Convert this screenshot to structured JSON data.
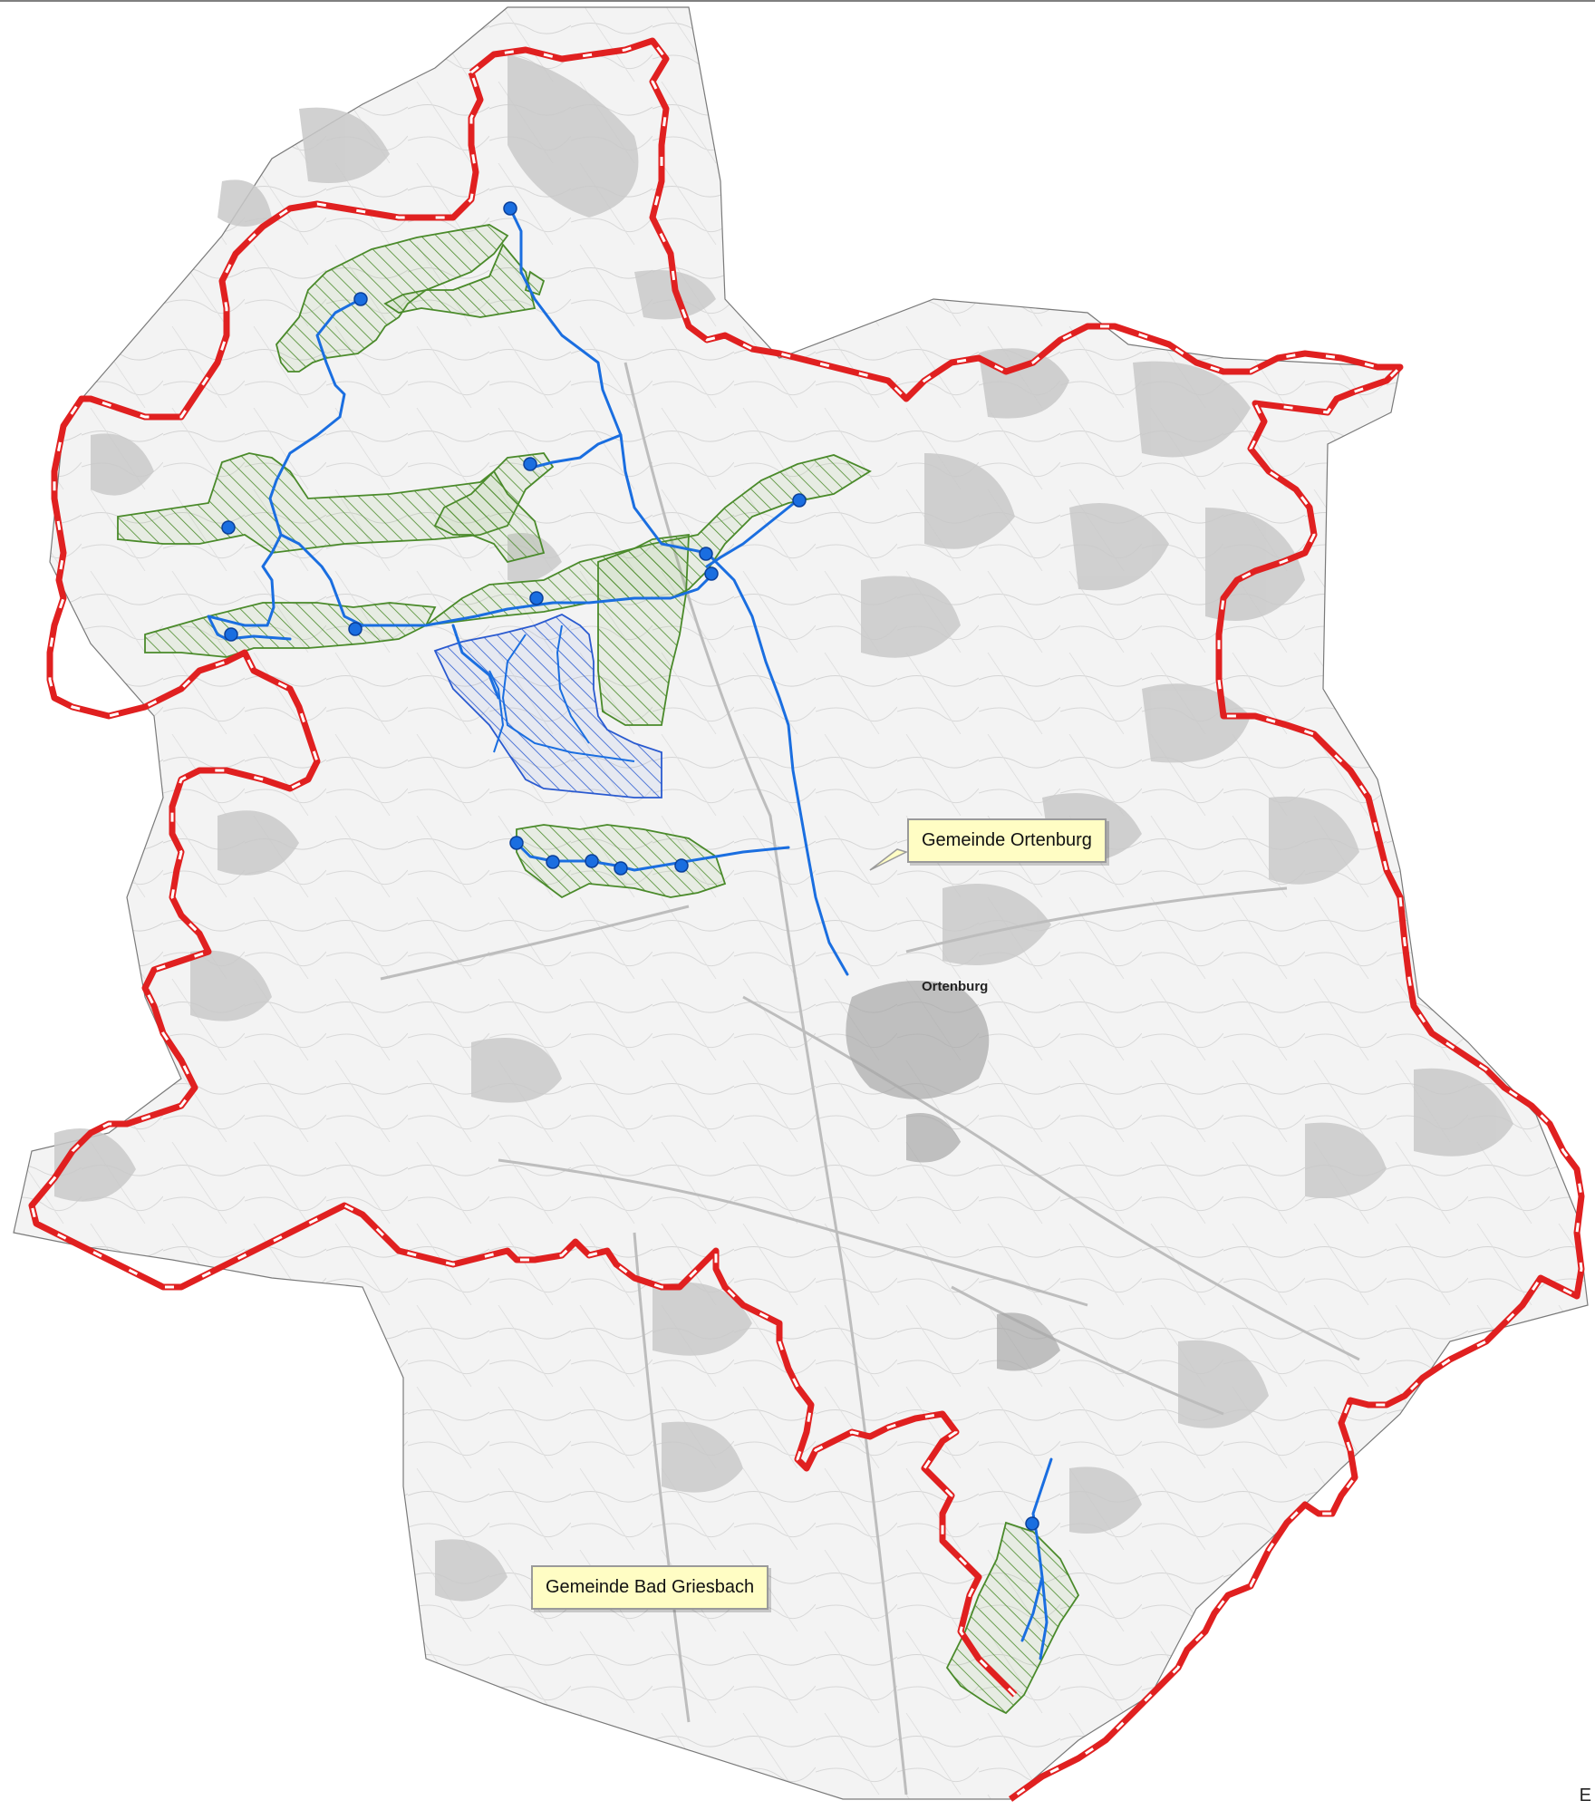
{
  "labels": {
    "ortenburg": "Gemeinde Ortenburg",
    "griesbach": "Gemeinde Bad Griesbach",
    "town": "Ortenburg",
    "corner": "E"
  },
  "legend_colors": {
    "boundary": "#e02020",
    "watercourse": "#1a6ee0",
    "floodplain_green": "#4a8a2a",
    "floodplain_blue": "#2a5ad0",
    "forest": "#c9c9c9"
  },
  "icons": [
    "measuring-point-icon",
    "callout-pointer-icon"
  ]
}
